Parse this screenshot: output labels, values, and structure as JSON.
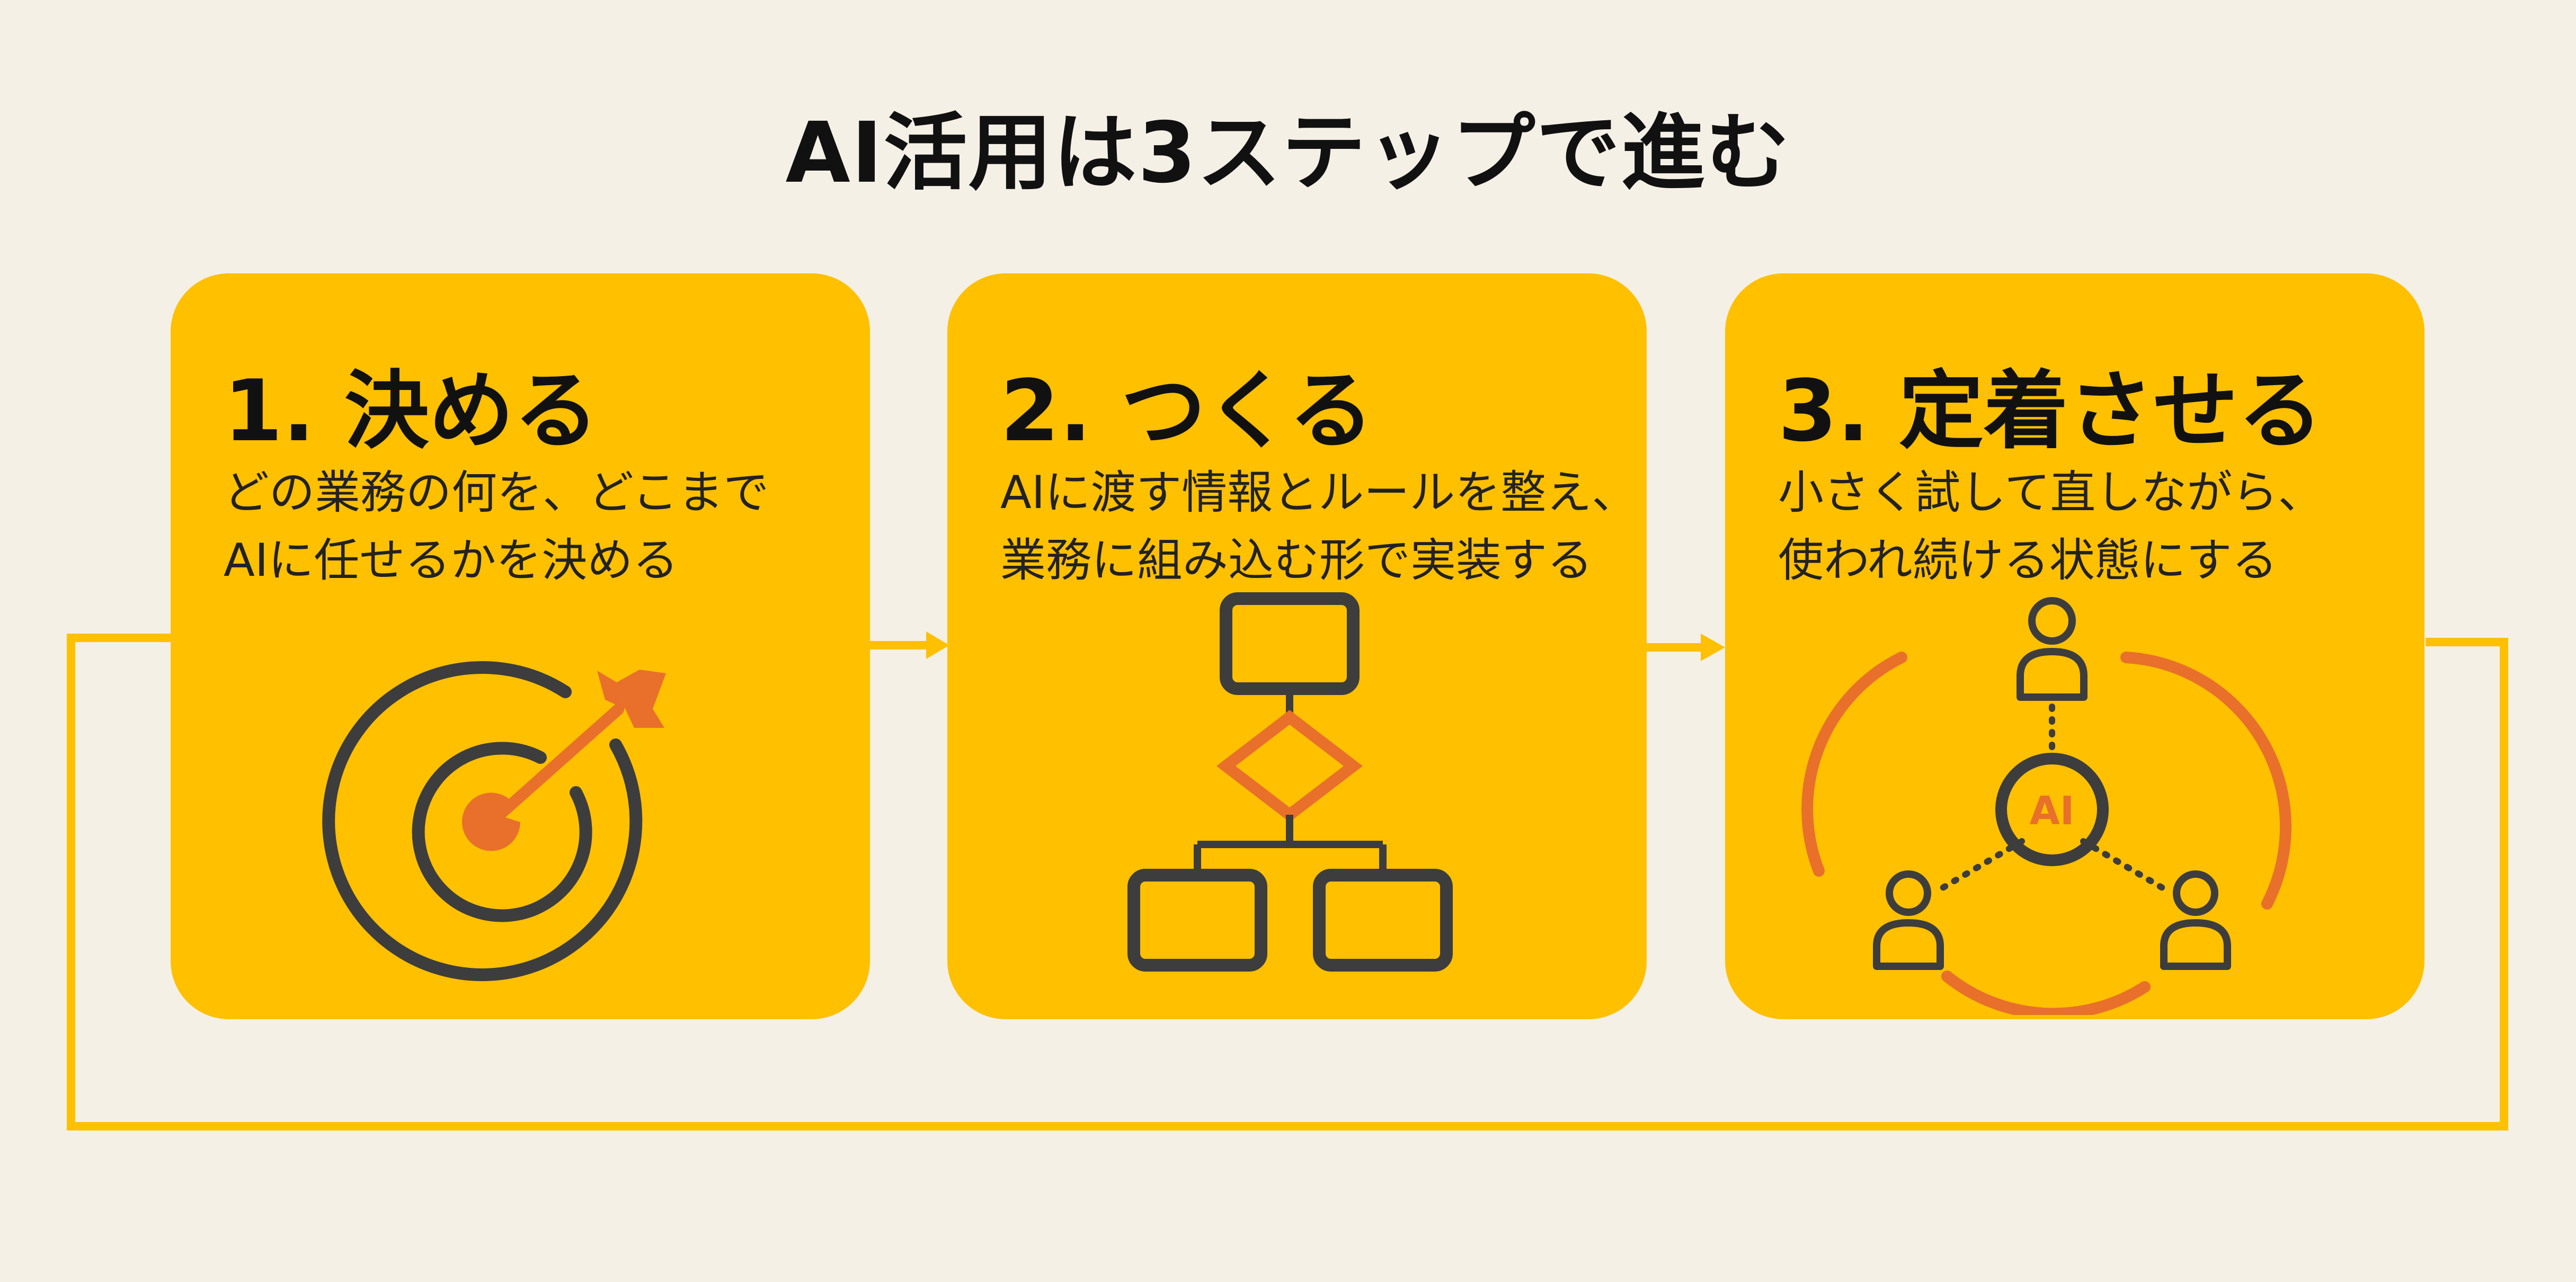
{
  "title": "AI活用は3ステップで進む",
  "steps": [
    {
      "title": "1. 決める",
      "desc": [
        "どの業務の何を、どこまで",
        "AIに任せるかを決める"
      ],
      "icon": "target-arrow-icon"
    },
    {
      "title": "2. つくる",
      "desc": [
        "AIに渡す情報とルールを整え、",
        "業務に組み込む形で実装する"
      ],
      "icon": "flowchart-icon"
    },
    {
      "title": "3. 定着させる",
      "desc": [
        "小さく試して直しながら、",
        "使われ続ける状態にする"
      ],
      "icon": "ai-users-cycle-icon",
      "badge": "AI"
    }
  ],
  "colors": {
    "background": "#f5f0e6",
    "card": "#ffc000",
    "connector": "#ffc000",
    "accent": "#e8702a",
    "ink": "#3d3d3d",
    "text": "#111111"
  }
}
